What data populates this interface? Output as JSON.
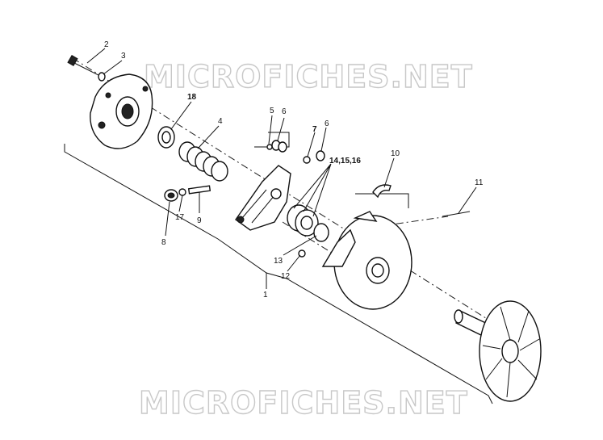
{
  "watermark_top": "MICROFICHES.NET",
  "watermark_bottom": "MICROFICHES.NET",
  "labels": {
    "l1": "1",
    "l2": "2",
    "l3": "3",
    "l4": "4",
    "l5": "5",
    "l6a": "6",
    "l6b": "6",
    "l7": "7",
    "l8": "8",
    "l9": "9",
    "l10": "10",
    "l11": "11",
    "l12": "12",
    "l13": "13",
    "l141516": "14,15,16",
    "l17": "17",
    "l18": "18"
  }
}
